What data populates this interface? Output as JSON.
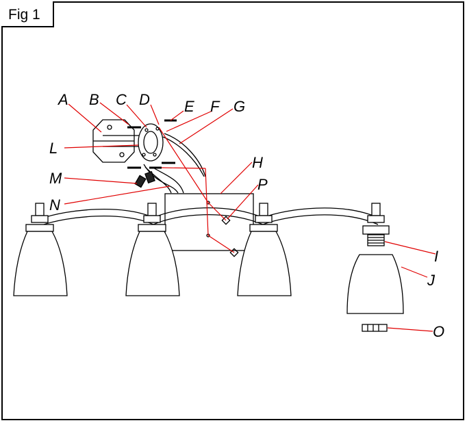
{
  "figure": {
    "title": "Fig  1"
  },
  "callouts": {
    "A": "A",
    "B": "B",
    "C": "C",
    "D": "D",
    "E": "E",
    "F": "F",
    "G": "G",
    "H": "H",
    "I": "I",
    "J": "J",
    "L": "L",
    "M": "M",
    "N": "N",
    "O": "O",
    "P": "P"
  },
  "colors": {
    "leader": "#e00000",
    "line": "#000000",
    "background": "#ffffff"
  }
}
